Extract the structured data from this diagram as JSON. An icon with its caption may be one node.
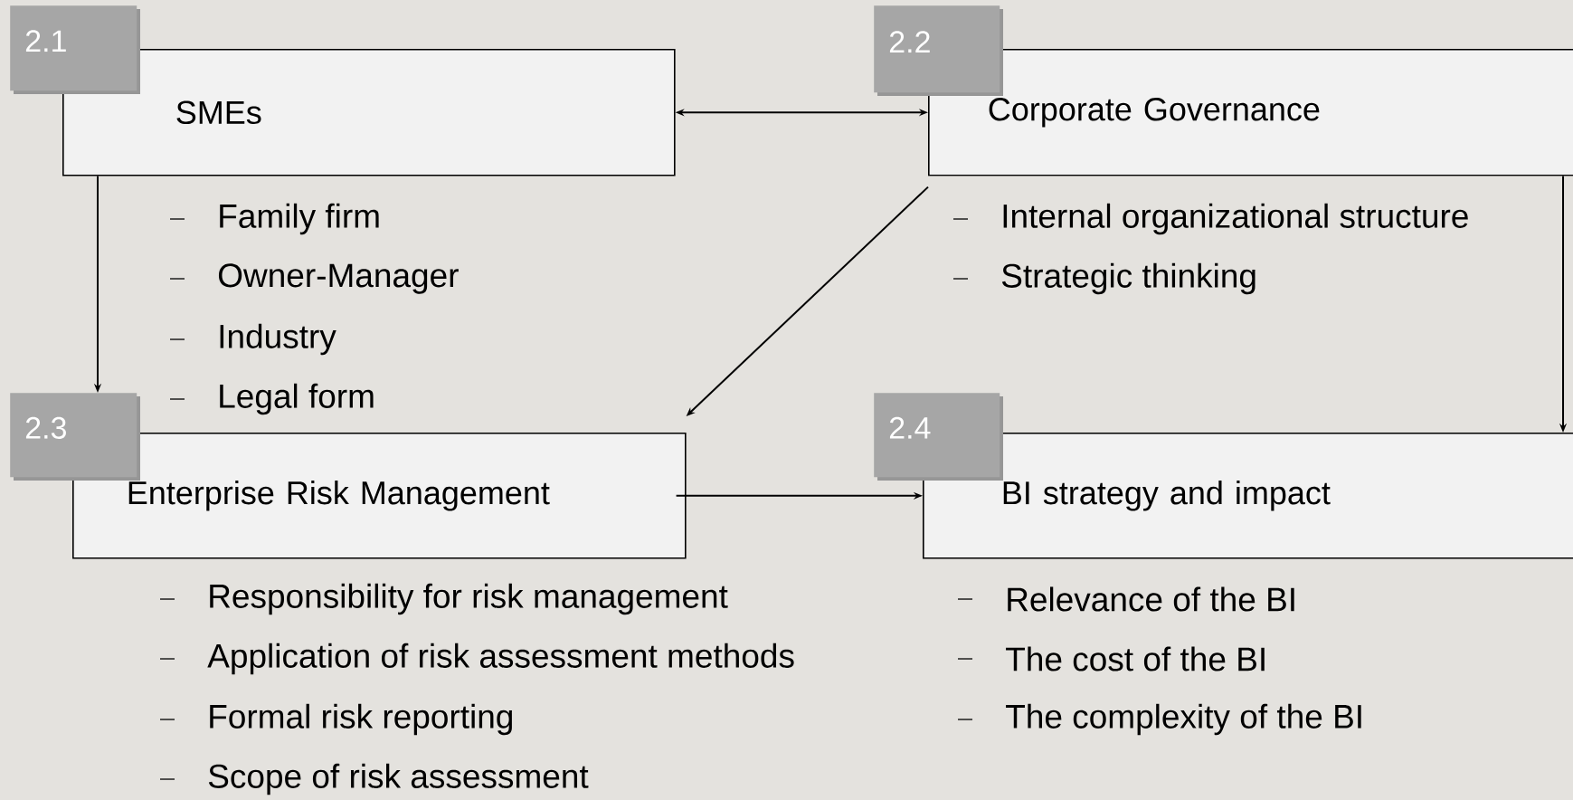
{
  "diagram": {
    "nodes": [
      {
        "text": [
          "2.1"
        ]
      },
      {
        "text": [
          "SMEs"
        ],
        "beside": [
          "Family firm",
          "Owner-Manager",
          "Industry",
          "Legal form"
        ]
      },
      {
        "text": [
          "2.2"
        ]
      },
      {
        "text": [
          "Corporate Governance"
        ],
        "beside": [
          "Internal organizational structure",
          "Strategic thinking"
        ]
      },
      {
        "text": [
          "2.3"
        ]
      },
      {
        "text": [
          "Enterprise Risk Management"
        ],
        "beside": [
          "Responsibility for risk management",
          "Application of risk assessment methods",
          "Formal risk reporting",
          "Scope of risk assessment"
        ]
      },
      {
        "text": [
          "2.4"
        ]
      },
      {
        "text": [
          "BI strategy and impact"
        ],
        "beside": [
          "Relevance of the BI",
          "The cost of the BI",
          "The complexity of the BI"
        ]
      }
    ],
    "edges": [
      {
        "from": 1,
        "to": 3,
        "arrow": "both"
      },
      {
        "from": 1,
        "to": 4,
        "arrow": "to"
      },
      {
        "from": 3,
        "to": 5,
        "arrow": "to"
      },
      {
        "from": 3,
        "to": 7,
        "arrow": "to"
      },
      {
        "from": 5,
        "to": 7,
        "arrow": "to"
      }
    ]
  }
}
